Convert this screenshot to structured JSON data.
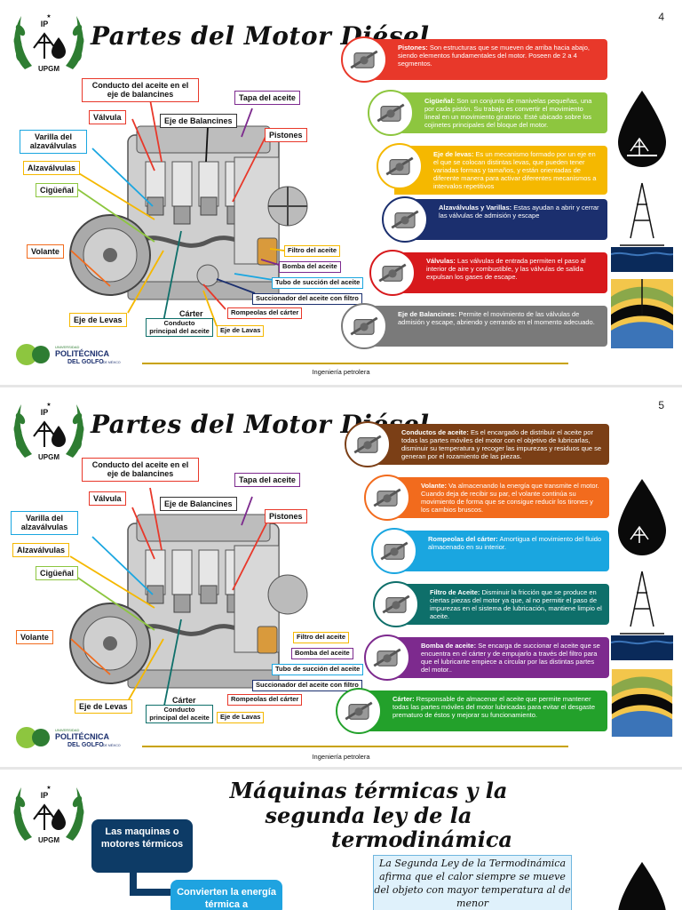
{
  "logo": {
    "top_text": "IP",
    "bottom_text": "UPGM"
  },
  "footer": {
    "university_small": "UNIVERSIDAD",
    "university_line1": "POLITÉCNICA",
    "university_line2": "DEL GOLFO",
    "university_suffix": "DE MÉXICO",
    "caption": "Ingeniería petrolera"
  },
  "slide_a": {
    "page_number": "4",
    "title": "Partes del Motor Diésel",
    "labels": {
      "conducto": "Conducto del aceite en el eje de balancines",
      "tapa": "Tapa del aceite",
      "valvula": "Válvula",
      "eje_balancines": "Eje de Balancines",
      "pistones": "Pistones",
      "varilla": "Varilla del alzaválvulas",
      "alzavalvulas": "Alzaválvulas",
      "ciguenal": "Cigüeñal",
      "volante": "Volante",
      "filtro": "Filtro del aceite",
      "bomba": "Bomba del aceite",
      "tubo": "Tubo de succión del aceite",
      "succionador": "Succionador del aceite con filtro",
      "rompeolas": "Rompeolas del cárter",
      "carter": "Cárter",
      "eje_levas": "Eje de Levas",
      "conducto_principal": "Conducto principal del aceite",
      "eje_lavas": "Eje de Lavas"
    },
    "descriptions": [
      {
        "term": "Pistones:",
        "text": " Son estructuras que se mueven de arriba hacia abajo, siendo elementos fundamentales del motor. Poseen de 2 a 4 segmentos.",
        "color": "#e8382a",
        "icon": "piston-icon"
      },
      {
        "term": "Cigüeñal:",
        "text": " Son un conjunto de manivelas pequeñas, una por cada pistón. Su trabajo es convertir el movimiento lineal en un movimiento giratorio. Esté ubicado sobre los cojinetes principales del bloque del motor.",
        "color": "#8dc63f",
        "icon": "crankshaft-icon"
      },
      {
        "term": "Eje de levas:",
        "text": " Es un mecanismo formado por un eje en el que se colocan distintas levas, que pueden tener variadas formas y tamaños, y están orientadas de diferente manera para activar diferentes mecanismos a intervalos repetitivos",
        "color": "#f5b800",
        "icon": "camshaft-icon"
      },
      {
        "term": "Alzaválvulas y Varillas:",
        "text": " Estas ayudan a abrir y cerrar las válvulas de admisión y escape",
        "color": "#1b2f6e",
        "icon": "lifter-icon"
      },
      {
        "term": "Válvulas:",
        "text": " Las válvulas de entrada permiten el paso al interior de aire y combustible, y las válvulas de salida expulsan los gases de escape.",
        "color": "#d7191c",
        "icon": "valve-icon"
      },
      {
        "term": "Eje de Balancines:",
        "text": " Permite el movimiento de las válvulas de admisión y escape, abriendo y cerrando en el momento adecuado.",
        "color": "#7a7a7a",
        "icon": "rocker-shaft-icon"
      }
    ]
  },
  "slide_b": {
    "page_number": "5",
    "title": "Partes del Motor Diésel",
    "descriptions": [
      {
        "term": "Conductos de aceite:",
        "text": " Es el encargado de distribuir el aceite por todas las partes móviles del motor con el objetivo de lubricarlas, disminuir su temperatura y recoger las impurezas y residuos que se generan por el rozamiento de las piezas.",
        "color": "#7b3f16",
        "icon": "oil-duct-icon"
      },
      {
        "term": "Volante:",
        "text": " Va almacenando la energía que transmite el motor. Cuando deja de recibir su par, el volante continúa su movimiento de forma que se consigue reducir los tirones y los cambios bruscos.",
        "color": "#f26b1d",
        "icon": "flywheel-icon"
      },
      {
        "term": "Rompeolas del cárter:",
        "text": " Amortigua el movimiento del fluido almacenado en su interior.",
        "color": "#1aa6e0",
        "icon": "baffle-icon"
      },
      {
        "term": "Filtro de Aceite:",
        "text": " Disminuir la fricción que se produce en ciertas piezas del motor ya que, al no permitir el paso de impurezas en el sistema de lubricación, mantiene limpio el aceite.",
        "color": "#0e6f6a",
        "icon": "oil-filter-icon"
      },
      {
        "term": "Bomba de aceite:",
        "text": " Se encarga de succionar el aceite que se encuentra en el cárter y de empujarlo a través del filtro para que el lubricante empiece a circular por las distintas partes del motor..",
        "color": "#7d2a8e",
        "icon": "oil-pump-icon"
      },
      {
        "term": "Cárter:",
        "text": " Responsable de almacenar el aceite que permite mantener todas las partes móviles del motor lubricadas para evitar el desgaste prematuro de éstos y mejorar su funcionamiento.",
        "color": "#23a12b",
        "icon": "oil-pan-icon"
      }
    ]
  },
  "slide_c": {
    "title_line1": "Máquinas térmicas y la segunda ley de la",
    "title_line2": "termodinámica",
    "flow_1": "Las maquinas o motores térmicos",
    "flow_2": "Convierten la energía térmica a",
    "law_text": "La Segunda Ley de la Termodinámica afirma que el calor siempre se mueve del objeto con mayor temperatura al de menor"
  },
  "colors": {
    "accent_gold": "#c8a200",
    "logo_green": "#2e7d32",
    "drop_black": "#0a0a0a"
  }
}
